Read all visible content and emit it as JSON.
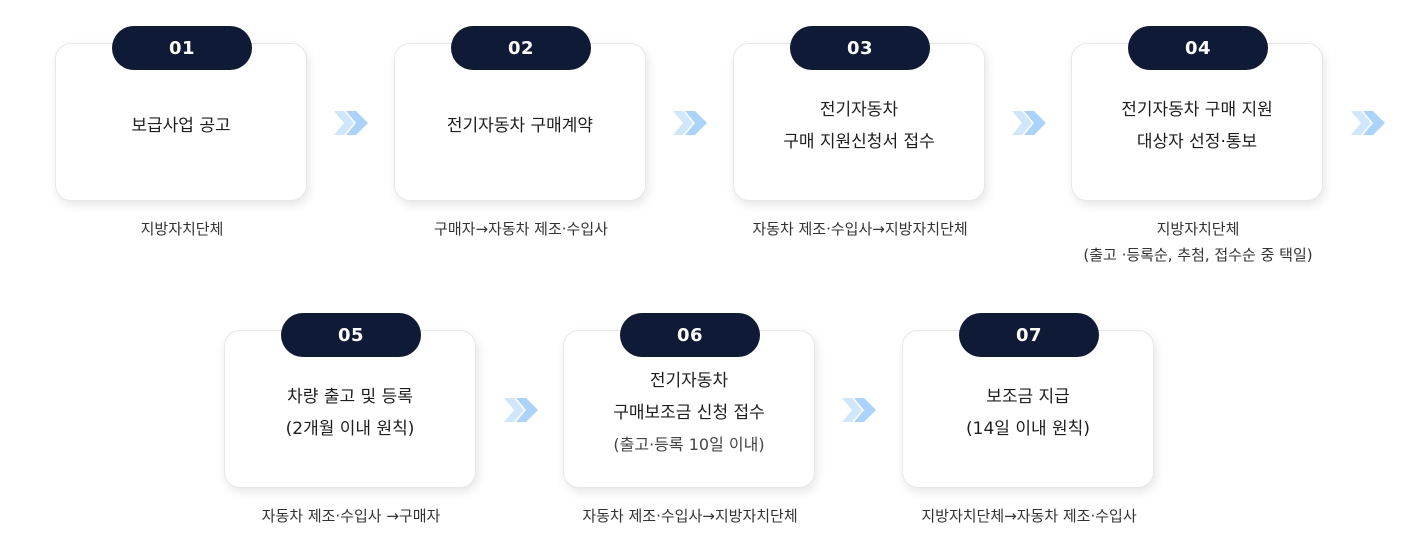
{
  "steps": [
    {
      "number": "01",
      "lines": [
        "보급사업 공고"
      ],
      "caption": [
        "지방자치단체"
      ]
    },
    {
      "number": "02",
      "lines": [
        "전기자동차 구매계약"
      ],
      "caption": [
        "구매자→자동차 제조·수입사"
      ]
    },
    {
      "number": "03",
      "lines": [
        "전기자동차",
        "구매 지원신청서 접수"
      ],
      "caption": [
        "자동차 제조·수입사→지방자치단체"
      ]
    },
    {
      "number": "04",
      "lines": [
        "전기자동차 구매 지원",
        "대상자 선정·통보"
      ],
      "caption": [
        "지방자치단체",
        "(출고 ·등록순, 추첨, 접수순 중 택일)"
      ]
    },
    {
      "number": "05",
      "lines": [
        "차량 출고 및 등록",
        "(2개월 이내 원칙)"
      ],
      "caption": [
        "자동차 제조·수입사 →구매자"
      ]
    },
    {
      "number": "06",
      "lines": [
        "전기자동차",
        "구매보조금 신청 접수"
      ],
      "sub": "(출고·등록 10일 이내)",
      "caption": [
        "자동차 제조·수입사→지방자치단체"
      ]
    },
    {
      "number": "07",
      "lines": [
        "보조금 지급",
        "(14일 이내 원칙)"
      ],
      "caption": [
        "지방자치단체→자동차 제조·수입사"
      ]
    }
  ],
  "colors": {
    "badge": "#0e1a36",
    "arrow": "#a9d3fb"
  },
  "icons": {
    "flow_arrow": "double-chevron-right-icon"
  }
}
